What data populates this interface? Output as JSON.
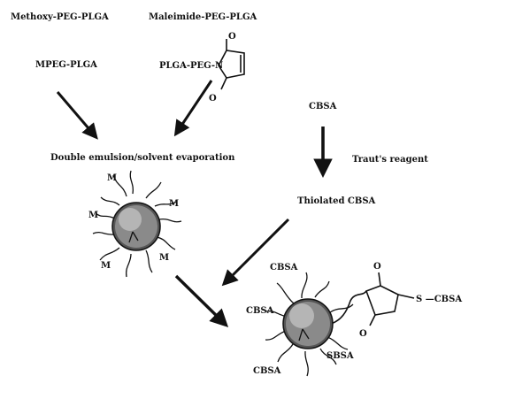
{
  "labels": {
    "methoxy": "Methoxy-PEG-PLGA",
    "maleimide": "Maleimide-PEG-PLGA",
    "mpeg": "MPEG-PLGA",
    "plga_peg_n": "PLGA-PEG-N",
    "o_top": "O",
    "o_bottom": "O",
    "cbsa": "CBSA",
    "trauts": "Traut's reagent",
    "double_emulsion": "Double emulsion/solvent evaporation",
    "thiolated": "Thiolated CBSA",
    "m": "M",
    "cbsa_top": "CBSA",
    "cbsa_left": "CBSA",
    "cbsa_bottom_left": "CBSA",
    "sbsa": "SBSA",
    "o_conj_top": "O",
    "o_conj_bottom": "O",
    "s_cbsa": "S —CBSA"
  }
}
